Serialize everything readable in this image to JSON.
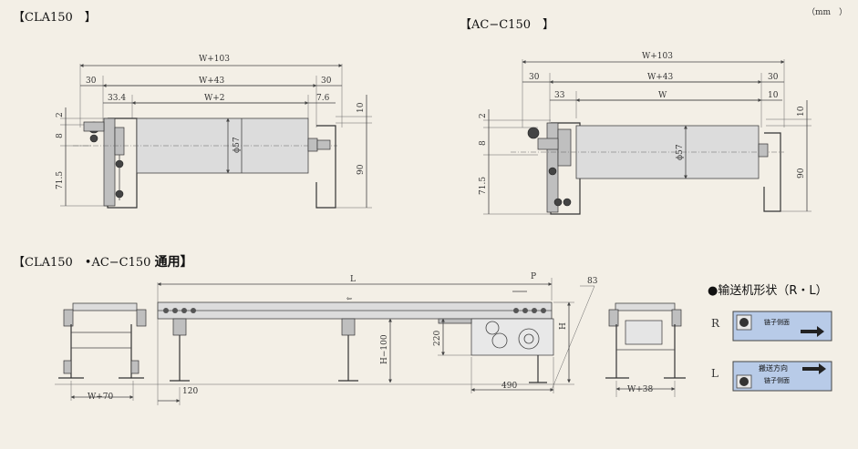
{
  "unit_label": "（mm　）",
  "headers": {
    "cla150": "【CLA150　】",
    "acc150": "【AC−C150　】",
    "common_a": "【CLA150　•AC−C150 ",
    "common_b": "通用】"
  },
  "cla150_dims": {
    "w103": "W+103",
    "left30": "30",
    "w43": "W+43",
    "right30": "30",
    "d334": "33.4",
    "w2": "W+2",
    "d76": "7.6",
    "d2": "2",
    "d8": "8",
    "d715": "71.5",
    "dia": "ϕ57",
    "d10": "10",
    "d90": "90"
  },
  "acc150_dims": {
    "w103": "W+103",
    "left30": "30",
    "w43": "W+43",
    "right30": "30",
    "d33": "33",
    "w": "W",
    "d10h": "10",
    "d2": "2",
    "d8": "8",
    "d715": "71.5",
    "dia": "ϕ57",
    "d10": "10",
    "d90": "90"
  },
  "common_dims": {
    "w70": "W+70",
    "L": "L",
    "P": "P",
    "d83": "83",
    "d120": "120",
    "d220": "220",
    "h100": "H−100",
    "H": "H",
    "d490": "490",
    "w38": "W+38"
  },
  "legend": {
    "title": "●输送机形状（R・L）",
    "r_label": "R",
    "l_label": "L",
    "r_caption": "链子侧面",
    "l_direction": "搬送方向",
    "l_caption": "链子侧面"
  }
}
